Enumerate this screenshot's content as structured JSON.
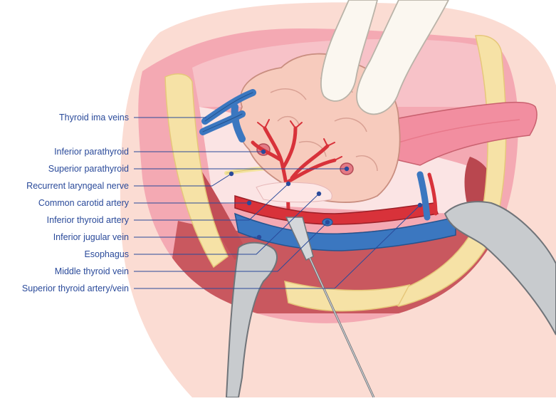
{
  "diagram": {
    "labels": [
      {
        "id": "thyroid-ima-veins",
        "text": "Thyroid ima veins"
      },
      {
        "id": "inferior-parathyroid",
        "text": "Inferior parathyroid"
      },
      {
        "id": "superior-parathyroid",
        "text": "Superior parathyroid"
      },
      {
        "id": "recurrent-laryngeal-nerve",
        "text": "Recurrent laryngeal nerve"
      },
      {
        "id": "common-carotid-artery",
        "text": "Common carotid artery"
      },
      {
        "id": "inferior-thyroid-artery",
        "text": "Inferior thyroid artery"
      },
      {
        "id": "inferior-jugular-vein",
        "text": "Inferior jugular vein"
      },
      {
        "id": "esophagus",
        "text": "Esophagus"
      },
      {
        "id": "middle-thyroid-vein",
        "text": "Middle thyroid vein"
      },
      {
        "id": "superior-thyroid-artery-vein",
        "text": "Superior thyroid artery/vein"
      }
    ],
    "colors": {
      "label_text": "#2a4a9a",
      "leader_line": "#2a4a9a",
      "skin": "#fbdcd3",
      "cavity": "#f4a9b3",
      "muscle": "#c9585f",
      "fat": "#f6e2a6",
      "thyroid": "#f7cbbd",
      "artery": "#d8323a",
      "vein": "#3b77c0",
      "trachea": "#f19aa8",
      "retractor": "#c8cbce",
      "glove": "#fbf7f0"
    }
  }
}
